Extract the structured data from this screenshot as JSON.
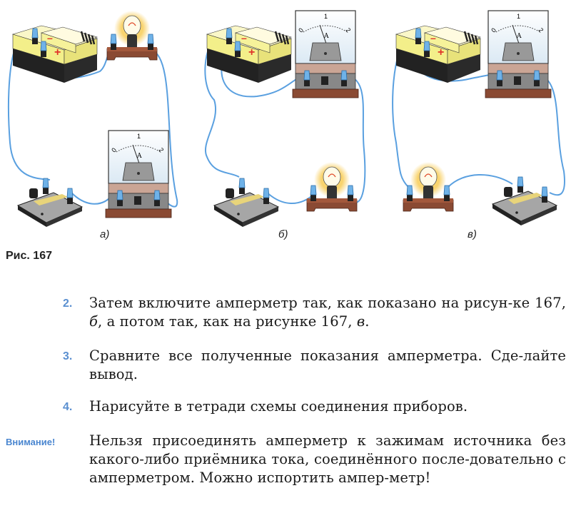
{
  "figure": {
    "label": "Рис. 167",
    "captions": [
      "а)",
      "б)",
      "в)"
    ],
    "ammeter": {
      "scale_0": "0",
      "scale_1": "1",
      "scale_2": "2",
      "unit": "A"
    },
    "battery": {
      "minus": "–",
      "plus": "+"
    },
    "colors": {
      "wire": "#5aa0e0",
      "battery": "#f3ef8a",
      "base": "#8a4a33",
      "glow": "#f7c84a"
    }
  },
  "steps": [
    {
      "number": "2.",
      "text_a": "Затем включите амперметр так, как показано на рисун-ке 167, ",
      "ref_b": "б",
      "text_b": ", а потом так, как на рисунке 167, ",
      "ref_c": "в",
      "text_c": "."
    },
    {
      "number": "3.",
      "text": "Сравните все полученные показания амперметра. Сде-лайте вывод."
    },
    {
      "number": "4.",
      "text": "Нарисуйте в тетради схемы соединения приборов."
    }
  ],
  "warning": {
    "label": "Внимание!",
    "text": "Нельзя присоединять амперметр к зажимам источника без какого-либо приёмника тока, соединённого после-довательно с амперметром. Можно испортить ампер-метр!"
  }
}
